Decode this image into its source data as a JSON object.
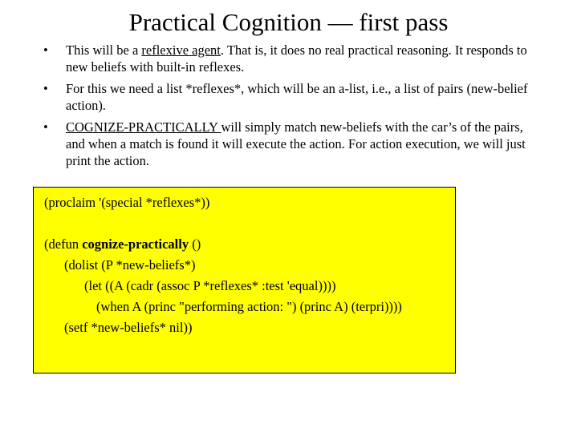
{
  "title": "Practical Cognition — first pass",
  "bullets": [
    {
      "pre": "This will be a ",
      "underlined": "reflexive agent",
      "post": ".  That is, it does no real practical reasoning.  It responds to new beliefs with built-in reflexes."
    },
    {
      "pre": "For this we need a list *reflexes*, which will be an a-list, i.e., a list of pairs (new-belief  action).",
      "underlined": "",
      "post": ""
    },
    {
      "pre": "",
      "underlined": "COGNIZE-PRACTICALLY ",
      "post": " will simply match new-beliefs with the car’s of the pairs, and when a match is found it will execute the action.  For action execution, we will just print the action."
    }
  ],
  "code": {
    "line1": "(proclaim '(special *reflexes*))",
    "line2_pre": "(defun ",
    "line2_bold": "cognize-practically",
    "line2_post": " ()",
    "line3": "(dolist (P *new-beliefs*)",
    "line4": "(let ((A (cadr (assoc P *reflexes* :test 'equal))))",
    "line5": "(when A (princ \"performing action: \") (princ A) (terpri))))",
    "line6": "(setf *new-beliefs* nil))"
  },
  "colors": {
    "code_background": "#ffff00",
    "text": "#000000"
  }
}
